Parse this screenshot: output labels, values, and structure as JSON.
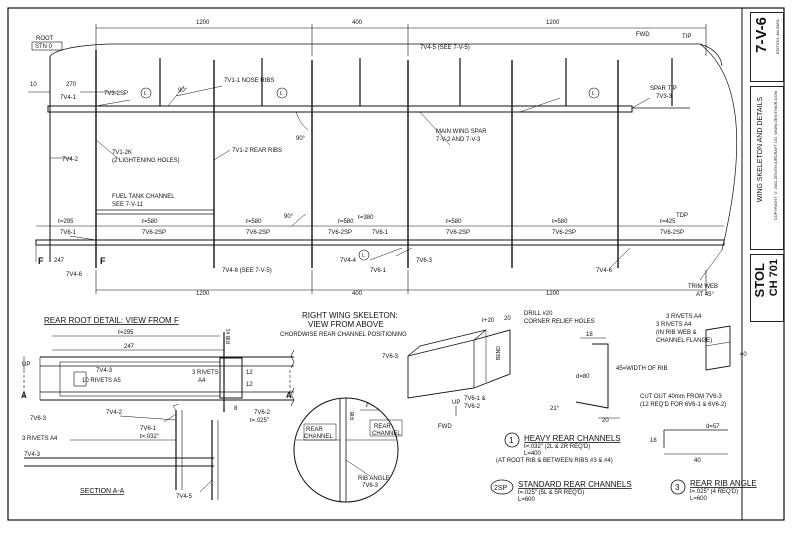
{
  "title_block": {
    "page_number": "7-V-6",
    "edition": "EDITION: 4th 05/01",
    "drawing_title": "WING SKELETON AND DETAILS",
    "copyright": "COPYRIGHT © 2001 ZENITH AIRCRAFT CO.  WWW.ZENITHAIR.COM",
    "model_line1": "STOL",
    "model_line2": "CH 701"
  },
  "plan_view": {
    "dims_top": [
      "1200",
      "400",
      "1200"
    ],
    "dims_bottom": [
      "1200",
      "400",
      "1200"
    ],
    "root_label": "ROOT",
    "station": "STN 0",
    "fwd": "FWD",
    "tip": "TIP",
    "dim_10": "10",
    "dim_270": "270",
    "dim_247": "247",
    "callouts": {
      "v7v4_1": "7V4-1",
      "v7v3_2sp": "7V3-2SP",
      "nose_ribs": "7V1-1 NOSE RIBS",
      "v7v4_5": "7V4-5 (SEE 7-V-5)",
      "spar_tip": "SPAR TIP",
      "v7v3_3": "7V3-3",
      "v7v4_2": "7V4-2",
      "v7v1_2k": "7V1-2K",
      "lightening": "(2 LIGHTENING HOLES)",
      "rear_ribs": "7V1-2 REAR RIBS",
      "main_spar1": "MAIN WING SPAR",
      "main_spar2": "7-V-2 AND 7-V-3",
      "fuel1": "FUEL TANK CHANNEL",
      "fuel2": "SEE 7-V-11",
      "v7v6_1": "7V6-1",
      "v7v4_6": "7V4-6",
      "v7v4_6_see": "7V4-6 (SEE 7-V-5)",
      "v7v4_4": "7V4-4",
      "v7v6_3": "7V6-3",
      "v7v4_6b": "7V4-6",
      "tdp": "TDP",
      "trim_web1": "TRIM WEB",
      "trim_web2": "AT 45°",
      "f_left": "F",
      "f_right": "F",
      "deg90": "90°"
    },
    "chords": [
      {
        "len": "ℓ=295",
        "part": "7V6-1"
      },
      {
        "len": "ℓ=580",
        "part": "7V6-2SP"
      },
      {
        "len": "ℓ=580",
        "part": "7V6-2SP"
      },
      {
        "len": "ℓ=580",
        "part": "7V6-2SP"
      },
      {
        "len": "ℓ=380",
        "part": "7V6-1"
      },
      {
        "len": "ℓ=580",
        "part": "7V6-2SP"
      },
      {
        "len": "ℓ=580",
        "part": "7V6-2SP"
      },
      {
        "len": "ℓ=425",
        "part": "7V6-2SP"
      }
    ],
    "circle_l": "L"
  },
  "rear_root": {
    "title": "REAR ROOT DETAIL: VIEW FROM F",
    "l295": "ℓ=295",
    "d247": "247",
    "up": "UP",
    "rib1": "RIB #1",
    "v7v4_3": "7V4-3",
    "rivets_a5": "10 RIVETS A5",
    "rivets_a4": "3 RIVETS",
    "a4": "A4",
    "d12a": "12",
    "d12b": "12",
    "d8": "8",
    "v7v6_2": "7V6-2",
    "t025": "t=.025\"",
    "v7v6_3": "7V6-3",
    "v7v4_2": "7V4-2",
    "v7v6_1": "7V6-1",
    "t032": "t=.032\"",
    "rivets_a4b": "3 RIVETS A4",
    "v7v4_3b": "7V4-3",
    "v7v4_5": "7V4-5",
    "section_label": "SECTION A-A",
    "a_left": "A",
    "a_right": "A"
  },
  "skeleton": {
    "title1": "RIGHT WING SKELETON:",
    "title2": "VIEW FROM ABOVE",
    "sub": "CHORDWISE REAR CHANNEL POSITIONING",
    "rib": "RIB",
    "ell": "ℓ",
    "rear_channel_l1": "REAR",
    "rear_channel_l2": "CHANNEL",
    "rear_channel_r1": "REAR",
    "rear_channel_r2": "CHANNEL",
    "rib_angle1": "RIB ANGLE",
    "rib_angle2": "7V6-3",
    "fwd": "FWD"
  },
  "channel_detail": {
    "l20": "ℓ+20",
    "d20": "20",
    "drill1": "DRILL #20",
    "drill2": "CORNER RELIEF HOLES",
    "bend": "BEND",
    "v7v6_3": "7V6-3",
    "v7v6_1": "7V6-1  &",
    "v7v6_2": "7V6-2",
    "up": "UP",
    "fwd": "FWD"
  },
  "angle_detail": {
    "d18": "18",
    "d80": "d=80",
    "width": "45=WIDTH OF RIB",
    "a21": "21°",
    "d20": "20",
    "rivets1": "3 RIVETS A4",
    "rivets2": "(IN RIB WEB &",
    "rivets3": "CHANNEL FLANGE)",
    "a4": "3 RIVETS  A4",
    "d40": "40",
    "cut1": "CUT OUT 40mm FROM   7V6-3",
    "cut2": "(12 REQ'D FOR 6V6-1 & 6V6-2)",
    "d57": "d=57",
    "d18b": "18",
    "d40b": "40"
  },
  "legend": [
    {
      "num": "1",
      "title": "HEAVY REAR CHANNELS",
      "l1": "t=.032\"  (2L & 2R REQ'D)",
      "l2": "L=400",
      "l3": "(AT ROOT RIB & BETWEEN RIBS #3 & #4)"
    },
    {
      "num": "2SP",
      "title": "STANDARD REAR CHANNELS",
      "l1": "t=.025\"  (5L & 5R REQ'D)",
      "l2": "L=600",
      "l3": ""
    },
    {
      "num": "3",
      "title": "REAR RIB ANGLE",
      "l1": "t=.025\"  (4 REQ'D)",
      "l2": "L=600",
      "l3": ""
    }
  ]
}
